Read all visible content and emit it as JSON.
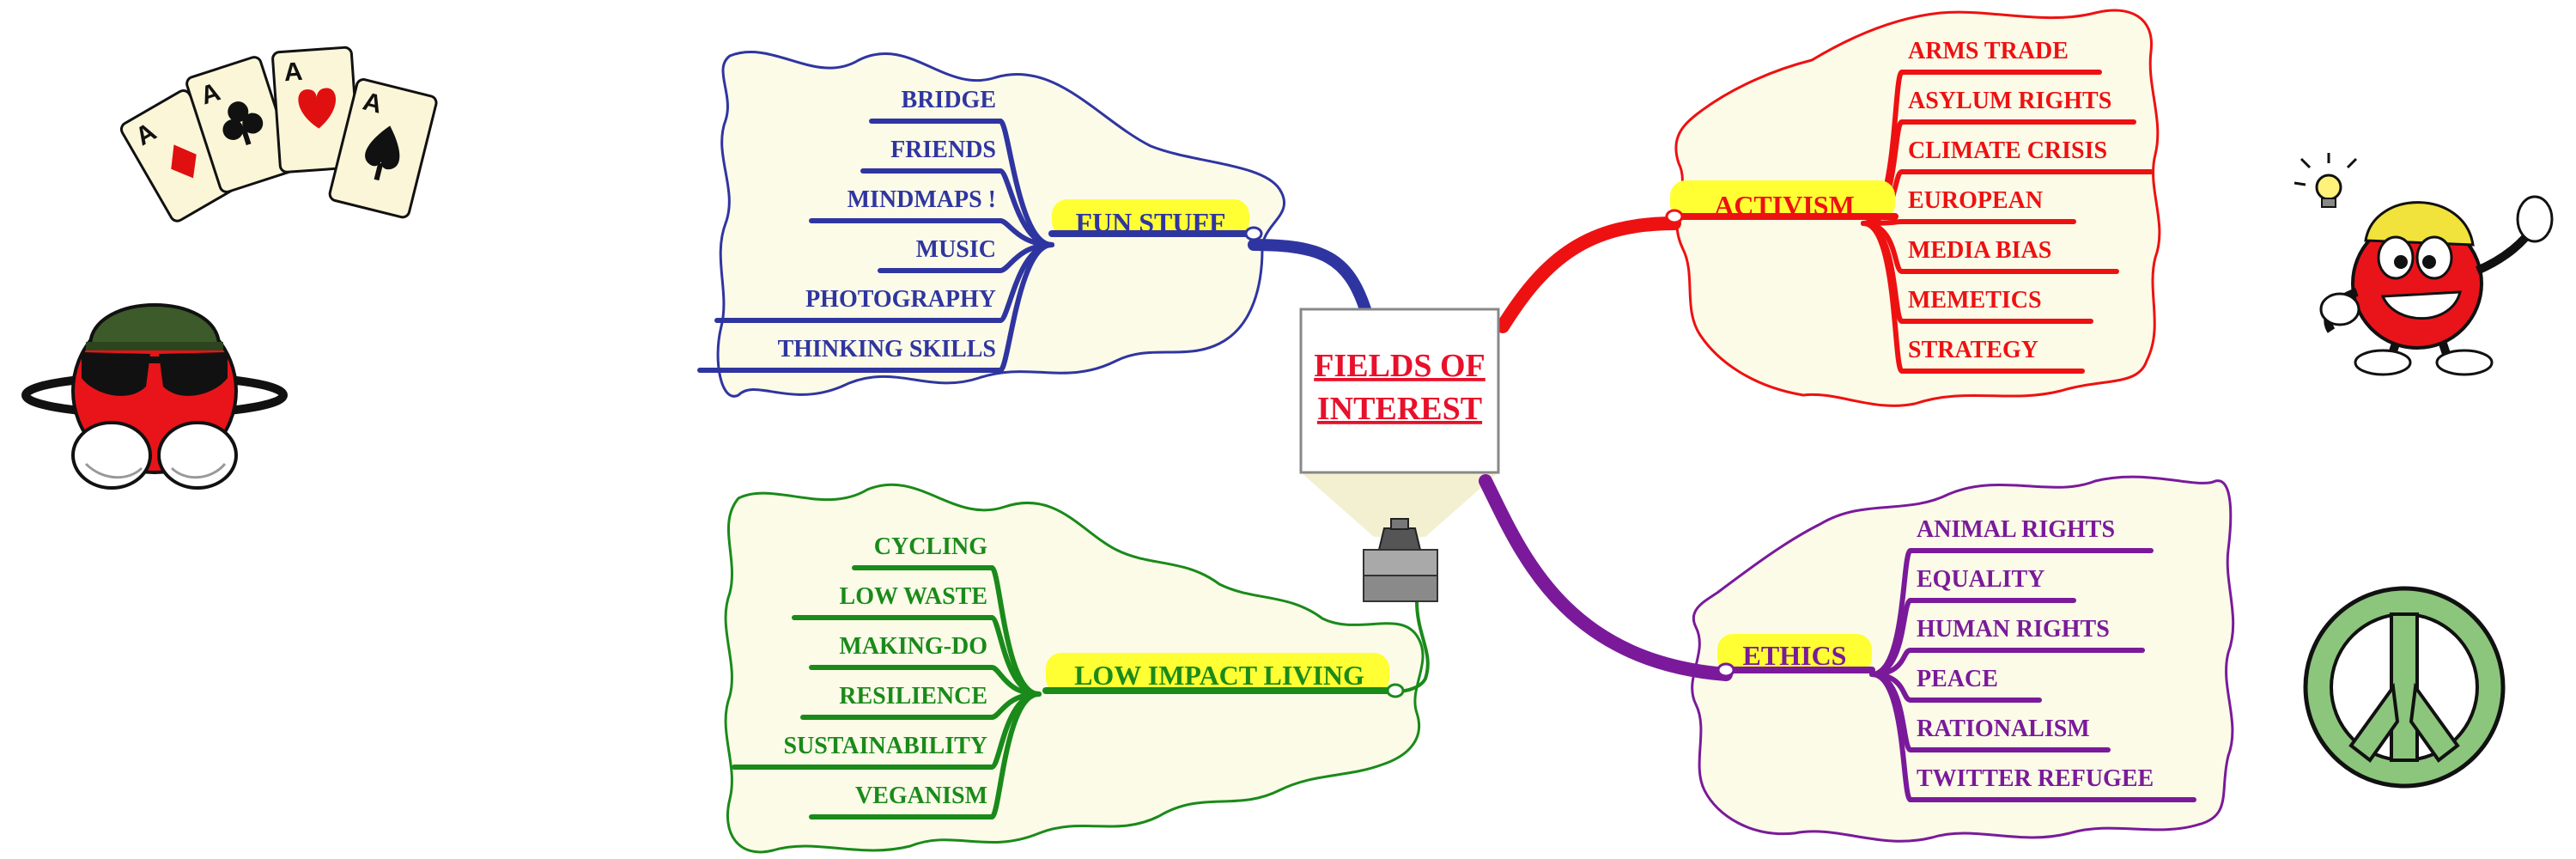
{
  "center": {
    "line1": "FIELDS OF",
    "line2": "INTEREST"
  },
  "branches": {
    "fun_stuff": {
      "label": "FUN STUFF",
      "color": "#2f35a0",
      "items": [
        "BRIDGE",
        "FRIENDS",
        "MINDMAPS !",
        "MUSIC",
        "PHOTOGRAPHY",
        "THINKING SKILLS"
      ]
    },
    "activism": {
      "label": "ACTIVISM",
      "color": "#ee1111",
      "items": [
        "ARMS TRADE",
        "ASYLUM RIGHTS",
        "CLIMATE CRISIS",
        "EUROPEAN",
        "MEDIA BIAS",
        "MEMETICS",
        "STRATEGY"
      ]
    },
    "low_impact": {
      "label": "LOW IMPACT LIVING",
      "color": "#1a8a1a",
      "items": [
        "CYCLING",
        "LOW WASTE",
        "MAKING-DO",
        "RESILIENCE",
        "SUSTAINABILITY",
        "VEGANISM"
      ]
    },
    "ethics": {
      "label": "ETHICS",
      "color": "#7a1a9a",
      "items": [
        "ANIMAL RIGHTS",
        "EQUALITY",
        "HUMAN RIGHTS",
        "PEACE",
        "RATIONALISM",
        "TWITTER REFUGEE"
      ]
    }
  },
  "colors": {
    "cloud_fill": "#fbfbe8",
    "label_highlight": "#ffff33",
    "center_text": "#e8102a",
    "projector_beam": "#f3f0d2"
  },
  "cards": {
    "rank": "A"
  },
  "icons": [
    "playing-cards-icon",
    "sunglasses-mascot-icon",
    "idea-mascot-icon",
    "peace-symbol-icon",
    "projector-icon"
  ]
}
